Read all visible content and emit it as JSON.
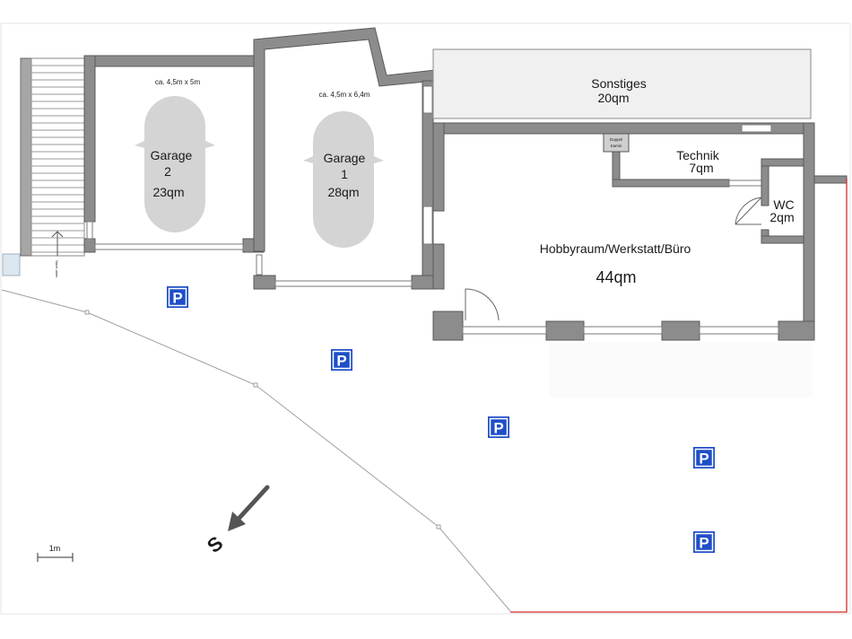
{
  "rooms": {
    "garage2": {
      "size": "ca. 4,5m x 5m",
      "name": "Garage",
      "number": "2",
      "area": "23qm"
    },
    "garage1": {
      "size": "ca. 4,5m x 6,4m",
      "name": "Garage",
      "number": "1",
      "area": "28qm"
    },
    "sonstiges": {
      "name": "Sonstiges",
      "area": "20qm"
    },
    "technik": {
      "name": "Technik",
      "area": "7qm"
    },
    "wc": {
      "name": "WC",
      "area": "2qm"
    },
    "hobby": {
      "name": "Hobbyraum/Werkstatt/Büro",
      "area": "44qm"
    }
  },
  "labels": {
    "chimney_line1": "Doppel",
    "chimney_line2": "Kamin",
    "stair_note": "Nach oben",
    "scale": "1m",
    "compass": "S",
    "parking": "P"
  },
  "colors": {
    "wall": "#8c8c8c",
    "parking_blue": "#1f4fc7",
    "boundary_red": "#d42a2a"
  }
}
